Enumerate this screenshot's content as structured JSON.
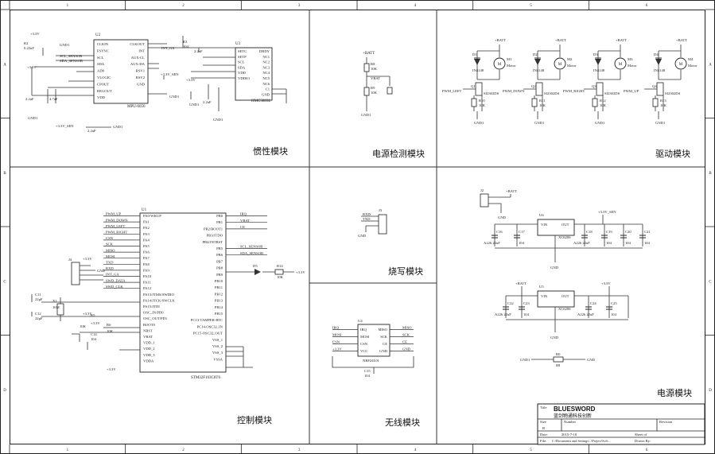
{
  "border": {
    "cols": [
      "1",
      "2",
      "3",
      "4",
      "5",
      "6"
    ],
    "rows": [
      "A",
      "B",
      "C",
      "D"
    ]
  },
  "sections": {
    "imu": "惯性模块",
    "power_detect": "电源检测模块",
    "drive": "驱动模块",
    "control": "控制模块",
    "program": "烧写模块",
    "wireless": "无线模块",
    "power": "电源模块"
  },
  "imu": {
    "u2": {
      "ref": "U2",
      "part": "MPU-6050",
      "left": [
        "CLKIN",
        "FSYNC",
        "SCL",
        "SDA",
        "AD0",
        "VLOGIC",
        "CPOUT",
        "REGOUT",
        "VDD"
      ],
      "right": [
        "CLKOUT",
        "INT",
        "AUX-CL",
        "AUX-DA",
        "RSV1",
        "RSV2",
        "GND"
      ]
    },
    "u3": {
      "ref": "U3",
      "part": "HMC5883L",
      "left": [
        "SETC",
        "SETP",
        "SCL",
        "SDA",
        "VDD",
        "VDDIO"
      ],
      "right": [
        "DRDY",
        "NC1",
        "NC2",
        "NC3",
        "NC4",
        "NC5",
        "NC6",
        "C1",
        "GND"
      ]
    },
    "nets": [
      "SCL_SENSOR",
      "SDA_SENSOR",
      "INT_GA",
      "+3.3V_SEN",
      "GND1",
      "+3.3V",
      "R2",
      "R3",
      "C2",
      "C3",
      "C4",
      "C5",
      "C6",
      "C7",
      "C8",
      "C9",
      "C10",
      "C13",
      "3.3K",
      "10K",
      "0.22uF",
      "104",
      "2.2nF",
      "2.2uF",
      "4.7uF",
      "10uF"
    ]
  },
  "power_detect": {
    "net": "+BATT",
    "r1": "R8",
    "r2": "R9",
    "v1": "10K",
    "v2": "10K",
    "mid": "VBAT",
    "gnd": "GND1"
  },
  "drive": {
    "channels": [
      {
        "d": "D1",
        "m": "M1",
        "q": "Q1",
        "net": "PWM_LEFT",
        "r": "R10"
      },
      {
        "d": "D2",
        "m": "M2",
        "q": "Q2",
        "net": "PWM_DOWN",
        "r": "R11"
      },
      {
        "d": "D3",
        "m": "M3",
        "q": "Q3",
        "net": "PWM_RIGHT",
        "r": "R12"
      },
      {
        "d": "D4",
        "m": "M4",
        "q": "Q4",
        "net": "PWM_UP",
        "r": "R13"
      }
    ],
    "batt": "+BATT",
    "diode": "IN4148",
    "motor": "Motor",
    "mos": "SI2302DS",
    "gnd": "GND1",
    "res": "10K"
  },
  "control": {
    "u1": {
      "ref": "U1",
      "part": "STM32F103C8T6",
      "left": [
        "PA0-WKUP",
        "PA1",
        "PA2",
        "PA3",
        "PA4",
        "PA5",
        "PA6",
        "PA7",
        "PA8",
        "PA9",
        "PA10",
        "PA11",
        "PA12",
        "PA13/JTMS/SWDIO",
        "PA14/JTCK/SWCLK",
        "PA15/JTDI",
        "OSC_IN/PD0",
        "OSC_OUT/PD1",
        "BOOT0",
        "NRST",
        "VBAT",
        "VDD_1",
        "VDD_2",
        "VDD_3",
        "VDDA"
      ],
      "right": [
        "PB0",
        "PB1",
        "PB2/BOOT1",
        "PB3/JTDO",
        "PB4/JNTRST",
        "PB5",
        "PB6",
        "PB7",
        "PB8",
        "PB9",
        "PB10",
        "PB11",
        "PB12",
        "PB13",
        "PB14",
        "PB15",
        "PC13-TAMPER-RTC",
        "PC14-OSC32_IN",
        "PC15-OSC32_OUT",
        "VSS_1",
        "VSS_2",
        "VSS_3",
        "VSSA"
      ]
    },
    "lnets": [
      "PWM_UP",
      "PWM_DOWN",
      "PWM_LEFT",
      "PWM_RIGHT",
      "CSN",
      "SCK",
      "MISO",
      "MOSI",
      "TXD",
      "RXD",
      "INT_GA",
      "SWD_DATA",
      "SWD_CLK"
    ],
    "rnets": [
      "IRQ",
      "VBAT",
      "CE",
      "SCL_SENSOR",
      "SDA_SENSOR"
    ],
    "led": "D5",
    "ledr": "R14",
    "ledv": "10K",
    "xtal": "X1",
    "xtalf": "16M",
    "header": "J4",
    "misc": [
      "+3.3V",
      "GND",
      "C11",
      "C12",
      "C14",
      "R5",
      "R6",
      "R7",
      "10K",
      "104",
      "22pF"
    ]
  },
  "program": {
    "ref": "J3",
    "pins": [
      "RXD",
      "TXD"
    ],
    "gnd": "GND"
  },
  "wireless": {
    "ref": "U4",
    "part": "NRF24L01",
    "left": [
      "IRQ",
      "MOSI",
      "CSN",
      "VCC"
    ],
    "right": [
      "MISO",
      "SCK",
      "CE",
      "GND"
    ],
    "lnets": [
      "IRQ",
      "MOSI",
      "CSN",
      "+3.3V"
    ],
    "rnets": [
      "MISO",
      "SCK",
      "CE",
      "GND"
    ],
    "cap": "C15",
    "capv": "104"
  },
  "power": {
    "j2": "J2",
    "batt": "+BATT",
    "gnd": "GND",
    "u5": {
      "ref": "U5",
      "part": "XC6206",
      "vin": "VIN",
      "out": "OUT",
      "gnd": "GND",
      "rail": "+3.3V"
    },
    "u6": {
      "ref": "U6",
      "part": "XC6206",
      "vin": "VIN",
      "out": "OUT",
      "gnd": "GND",
      "rail": "+3.3V_SEN"
    },
    "caps": [
      "C16",
      "C17",
      "C18",
      "C19",
      "C20",
      "C21",
      "C22",
      "C23",
      "C24",
      "C25"
    ],
    "capv": [
      "A226 22uF",
      "104"
    ],
    "r0": "R0",
    "r0v": "0R",
    "gnd1": "GND1"
  },
  "title_block": {
    "title_label": "Title",
    "title": "BLUESWORD",
    "subtitle": "蓝剑物通科技创新",
    "size_label": "Size",
    "size": "B",
    "number_label": "Number",
    "revision_label": "Revision",
    "date_label": "Date:",
    "date": "2015-7-10",
    "sheet_label": "Sheet of",
    "file_label": "File:",
    "file": "C:\\Documents and Settings\\..\\Project\\Sch\\...",
    "drawn_label": "Drawn By:"
  }
}
